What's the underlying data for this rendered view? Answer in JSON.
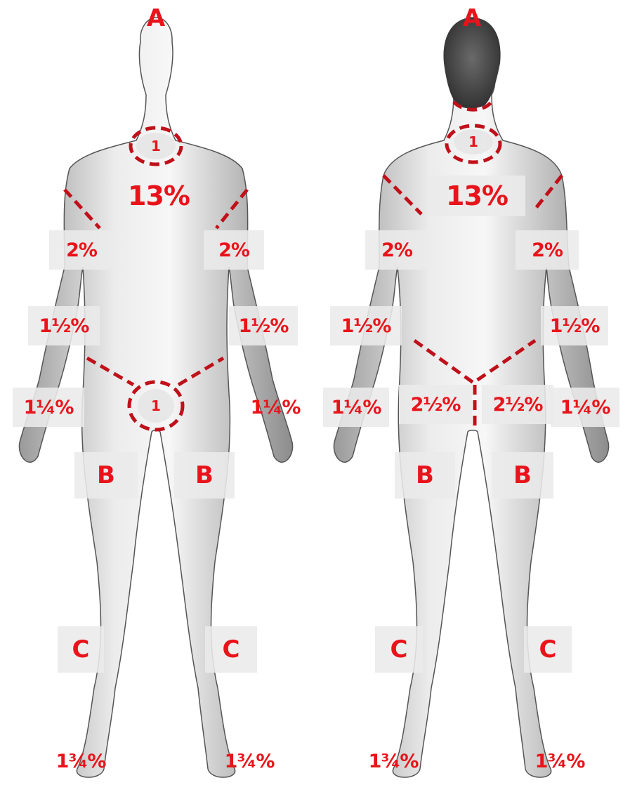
{
  "figures": {
    "front": {
      "head": "A",
      "neck": "1",
      "trunk": "13%",
      "upper_arm_left": "2%",
      "upper_arm_right": "2%",
      "forearm_left": "1½%",
      "forearm_right": "1½%",
      "hand_left": "1¼%",
      "hand_right": "1¼%",
      "genitals": "1",
      "thigh_left": "B",
      "thigh_right": "B",
      "leg_left": "C",
      "leg_right": "C",
      "foot_left": "1¾%",
      "foot_right": "1¾%"
    },
    "back": {
      "head": "A",
      "neck": "1",
      "trunk": "13%",
      "upper_arm_left": "2%",
      "upper_arm_right": "2%",
      "forearm_left": "1½%",
      "forearm_right": "1½%",
      "hand_left": "1¼%",
      "hand_right": "1¼%",
      "buttock_left": "2½%",
      "buttock_right": "2½%",
      "thigh_left": "B",
      "thigh_right": "B",
      "leg_left": "C",
      "leg_right": "C",
      "foot_left": "1¾%",
      "foot_right": "1¾%"
    }
  },
  "colors": {
    "label": "#e8141b",
    "boundary": "#c0101a",
    "body": "#d9d9d9"
  }
}
